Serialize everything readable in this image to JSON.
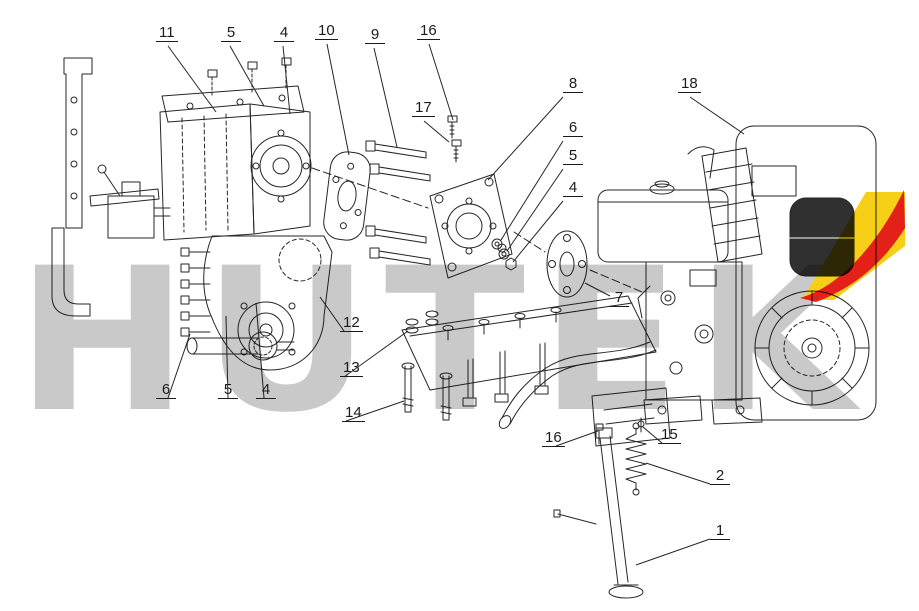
{
  "watermark": {
    "text": "HUTEK"
  },
  "colors": {
    "line": "#262626",
    "watermark_gray": "#c9c9c9",
    "logo_red": "#e32119",
    "logo_yellow": "#f5d017"
  },
  "callouts": [
    {
      "label": "11"
    },
    {
      "label": "5"
    },
    {
      "label": "4"
    },
    {
      "label": "10"
    },
    {
      "label": "9"
    },
    {
      "label": "16"
    },
    {
      "label": "17"
    },
    {
      "label": "8"
    },
    {
      "label": "6"
    },
    {
      "label": "5"
    },
    {
      "label": "4"
    },
    {
      "label": "18"
    },
    {
      "label": "7"
    },
    {
      "label": "12"
    },
    {
      "label": "13"
    },
    {
      "label": "14"
    },
    {
      "label": "6"
    },
    {
      "label": "5"
    },
    {
      "label": "4"
    },
    {
      "label": "16"
    },
    {
      "label": "15"
    },
    {
      "label": "2"
    },
    {
      "label": "1"
    }
  ]
}
